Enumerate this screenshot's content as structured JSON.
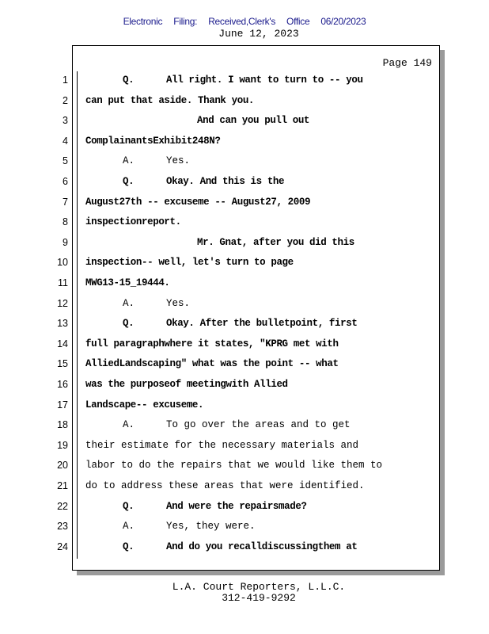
{
  "header": {
    "filing": [
      "Electronic",
      "Filing:",
      "Received,Clerk's",
      "Office",
      "06/20/2023"
    ],
    "date": "June 12, 2023"
  },
  "page_label": "Page 149",
  "lines": [
    {
      "num": "1",
      "speaker": "Q.",
      "text": "All right. I want to turn to -- you",
      "bold": true,
      "indent": "qa"
    },
    {
      "num": "2",
      "text": "can put that aside. Thank you.",
      "bold": true,
      "indent": "none"
    },
    {
      "num": "3",
      "text": "And can you pull out",
      "bold": true,
      "indent": "para"
    },
    {
      "num": "4",
      "text": "ComplainantsExhibit248N?",
      "bold": true,
      "indent": "none"
    },
    {
      "num": "5",
      "speaker": "A.",
      "text": "Yes.",
      "bold": false,
      "indent": "qa"
    },
    {
      "num": "6",
      "speaker": "Q.",
      "text": "Okay. And this is the",
      "bold": true,
      "indent": "qa"
    },
    {
      "num": "7",
      "text": "August27th -- excuseme -- August27, 2009",
      "bold": true,
      "indent": "none"
    },
    {
      "num": "8",
      "text": "inspectionreport.",
      "bold": true,
      "indent": "none"
    },
    {
      "num": "9",
      "text": "Mr. Gnat, after you did this",
      "bold": true,
      "indent": "para"
    },
    {
      "num": "10",
      "text": "inspection-- well, let's turn to page",
      "bold": true,
      "indent": "none"
    },
    {
      "num": "11",
      "text": "MWG13-15_19444.",
      "bold": true,
      "indent": "none"
    },
    {
      "num": "12",
      "speaker": "A.",
      "text": "Yes.",
      "bold": false,
      "indent": "qa"
    },
    {
      "num": "13",
      "speaker": "Q.",
      "text": "Okay. After the bulletpoint, first",
      "bold": true,
      "indent": "qa"
    },
    {
      "num": "14",
      "text": "full paragraphwhere it states, \"KPRG met with",
      "bold": true,
      "indent": "none"
    },
    {
      "num": "15",
      "text": "AlliedLandscaping\" what was the point -- what",
      "bold": true,
      "indent": "none"
    },
    {
      "num": "16",
      "text": "was the purposeof meetingwith Allied",
      "bold": true,
      "indent": "none"
    },
    {
      "num": "17",
      "text": "Landscape-- excuseme.",
      "bold": true,
      "indent": "none"
    },
    {
      "num": "18",
      "speaker": "A.",
      "text": "To go over the areas and to get",
      "bold": false,
      "indent": "qa"
    },
    {
      "num": "19",
      "text": "their estimate for the necessary materials and",
      "bold": false,
      "indent": "none"
    },
    {
      "num": "20",
      "text": "labor to do the repairs that we would like them to",
      "bold": false,
      "indent": "none"
    },
    {
      "num": "21",
      "text": "do to address these areas that were identified.",
      "bold": false,
      "indent": "none"
    },
    {
      "num": "22",
      "speaker": "Q.",
      "text": "And were the repairsmade?",
      "bold": true,
      "indent": "qa"
    },
    {
      "num": "23",
      "speaker": "A.",
      "text": "Yes, they were.",
      "bold": false,
      "indent": "qa"
    },
    {
      "num": "24",
      "speaker": "Q.",
      "text": "And do you recalldiscussingthem at",
      "bold": true,
      "indent": "qa"
    }
  ],
  "footer": {
    "company": "L.A. Court Reporters, L.L.C.",
    "phone": "312-419-9292"
  }
}
